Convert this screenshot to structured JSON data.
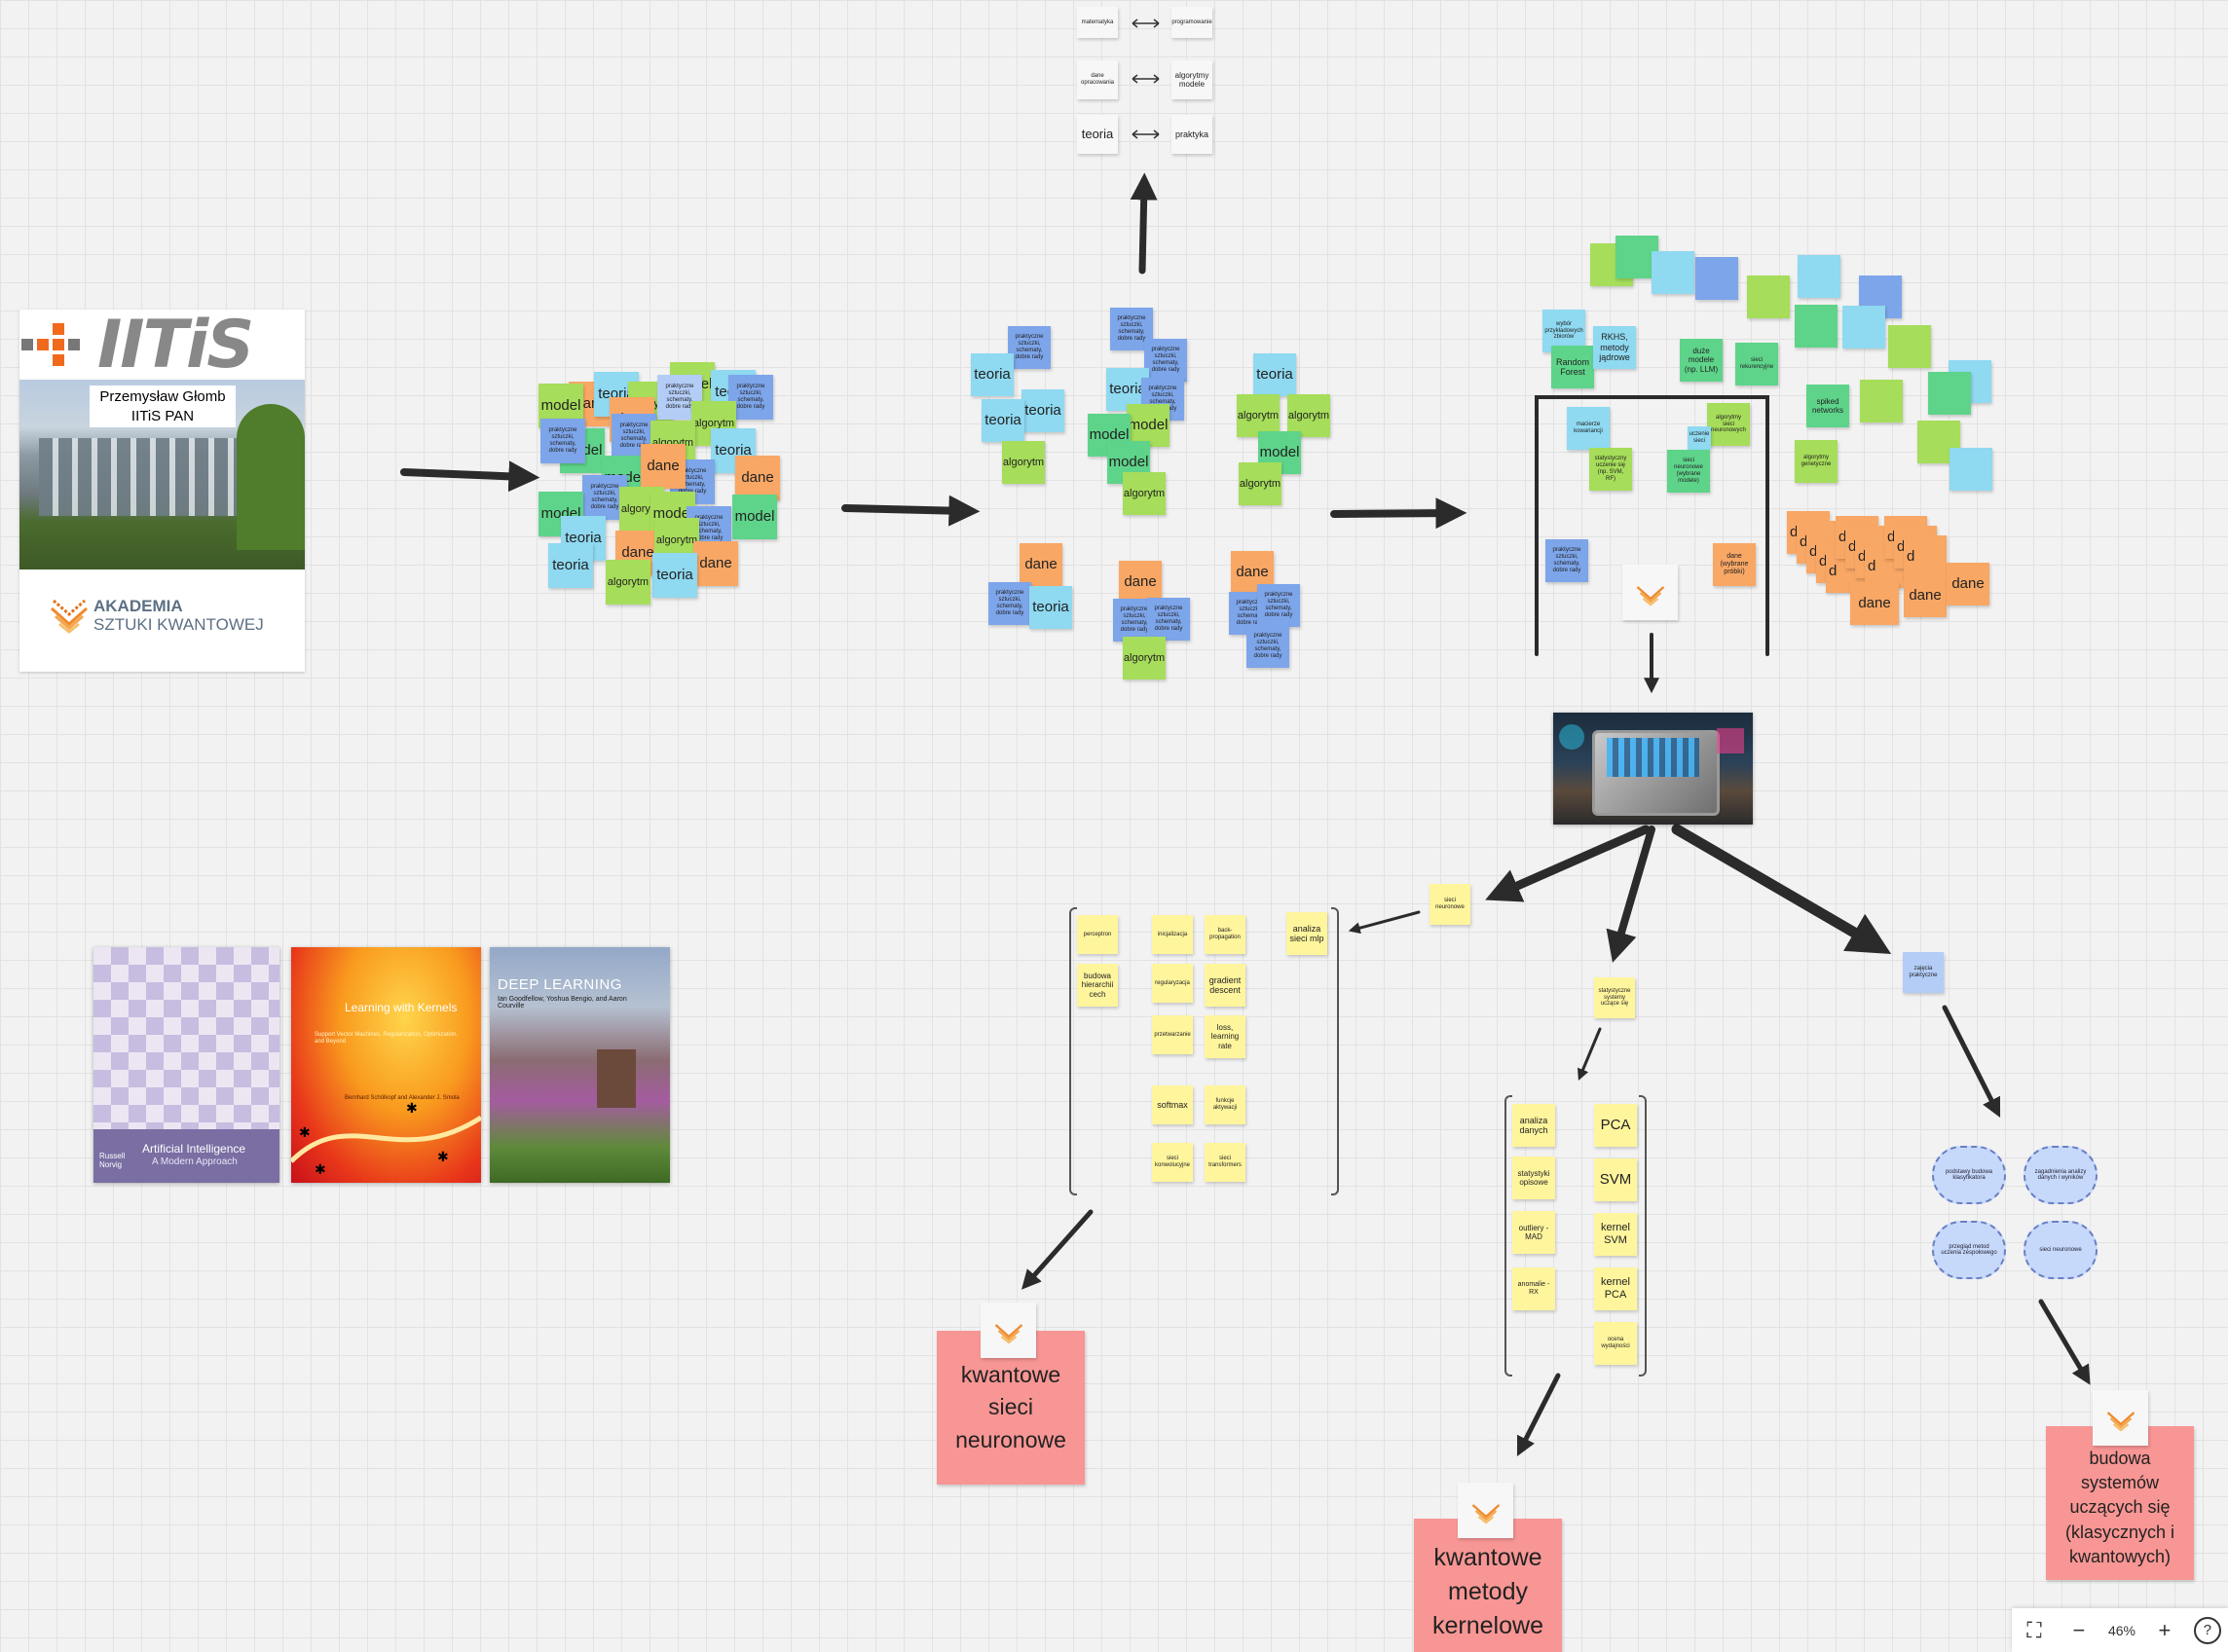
{
  "iitis_card": {
    "logo_text": "IITiS",
    "author_line1": "Przemysław Głomb",
    "author_line2": "IITiS PAN",
    "academy_line1": "AKADEMIA",
    "academy_line2": "SZTUKI KWANTOWEJ"
  },
  "books": {
    "ai_title": "Artificial Intelligence",
    "ai_subtitle": "A Modern Approach",
    "ai_authors": "Russell Norvig",
    "kernels_title": "Learning with Kernels",
    "kernels_subtitle": "Support Vector Machines, Regularization, Optimization, and Beyond",
    "kernels_authors": "Bernhard Schölkopf and Alexander J. Smola",
    "dl_title": "DEEP LEARNING",
    "dl_authors": "Ian Goodfellow, Yoshua Bengio, and Aaron Courville"
  },
  "top_pairs": [
    {
      "left": "matematyka",
      "right": "programowanie"
    },
    {
      "left": "dane opracowania",
      "right": "algorytmy modele"
    },
    {
      "left": "teoria",
      "right": "praktyka"
    }
  ],
  "words": {
    "teoria": "teoria",
    "dane": "dane",
    "model": "model",
    "algorytm": "algorytm",
    "rady": "praktyczne sztuczki, schematy, dobre rady",
    "d": "d"
  },
  "toolbox": {
    "forest": "Random Forest",
    "rkhs": "RKHS, metody jądrowe",
    "llm": "duże modele (np. LLM)",
    "spiked": "spiked networks",
    "genetic": "algorytmy genetyczne",
    "cov": "macierze kowariancji",
    "stat": "statystyczny uczenie się (np. SVM, RF)",
    "nn": "sieci neuronowe (wybrane modele)",
    "alg_nn": "algorytmy sieci neuronowych",
    "mini": "uczenie sieci",
    "tricks": "praktyczne sztuczki, schematy, dobre rady",
    "data": "dane (wybrane próbki)",
    "tiny1": "wybór przykładowych zbiorów",
    "tiny2": "sieci rekurencyjne"
  },
  "branches": {
    "nn": "sieci neuronowe",
    "stat": "statystyczne systemy uczące się",
    "practical": "zajęcia praktyczne"
  },
  "nn_list": {
    "side": "analiza sieci mlp",
    "items": [
      "perceptron",
      "inicjalizacja",
      "back-propagation",
      "budowa hierarchii cech",
      "regularyzacja",
      "gradient descent",
      "przetwarzanie",
      "loss, learning rate",
      "softmax",
      "funkcje aktywacji",
      "sieci konwolucyjne",
      "sieci transformers"
    ]
  },
  "stat_list": {
    "left": [
      "analiza danych",
      "statystyki opisowe",
      "outliery - MAD",
      "anomalie - RX"
    ],
    "right": [
      "PCA",
      "SVM",
      "kernel SVM",
      "kernel PCA",
      "ocena wydajności"
    ]
  },
  "clouds": [
    "podstawy budowa klasyfikatora",
    "zagadnienia analizy danych i wyników",
    "przegląd metod uczenia zespołowego",
    "sieci neuronowe"
  ],
  "outcomes": {
    "qnn": "kwantowe sieci neuronowe",
    "qkernel": "kwantowe metody kernelowe",
    "systems": "budowa systemów uczących się (klasycznych i kwantowych)"
  },
  "toolbar": {
    "zoom": "46%",
    "fit_icon": "fit-frame",
    "minus": "−",
    "plus": "+",
    "help": "?"
  }
}
